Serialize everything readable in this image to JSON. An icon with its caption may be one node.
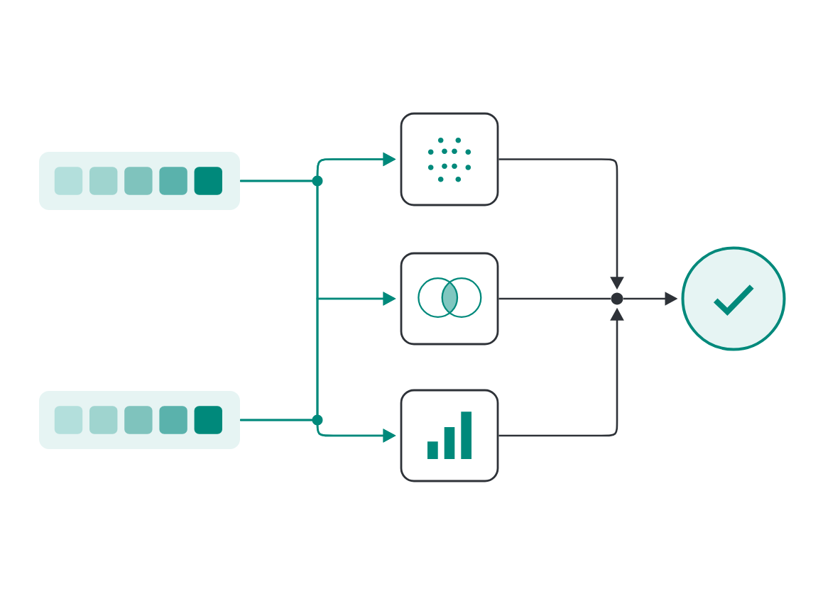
{
  "diagram": {
    "nodes": [
      {
        "text": [],
        "shape": "box"
      },
      {
        "text": [],
        "shape": "box"
      },
      {
        "text": [],
        "shape": "box"
      },
      {
        "text": [],
        "shape": "box"
      },
      {
        "text": [],
        "shape": "box"
      },
      {
        "text": [],
        "shape": "circle"
      },
      {
        "text": [],
        "shape": "circle"
      }
    ],
    "edges": [
      {
        "from": 0,
        "to": 2,
        "arrow": "to"
      },
      {
        "from": 0,
        "to": 3,
        "arrow": "to"
      },
      {
        "from": 0,
        "to": 4,
        "arrow": "to"
      },
      {
        "from": 1,
        "to": 2,
        "arrow": "to"
      },
      {
        "from": 1,
        "to": 3,
        "arrow": "to"
      },
      {
        "from": 1,
        "to": 4,
        "arrow": "to"
      },
      {
        "from": 2,
        "to": 5,
        "arrow": "to",
        "color": "#2e3238"
      },
      {
        "from": 3,
        "to": 5,
        "arrow": "none",
        "color": "#2e3238"
      },
      {
        "from": 4,
        "to": 5,
        "arrow": "to",
        "color": "#2e3238"
      },
      {
        "from": 5,
        "to": 6,
        "arrow": "to",
        "color": "#2e3238"
      }
    ]
  }
}
